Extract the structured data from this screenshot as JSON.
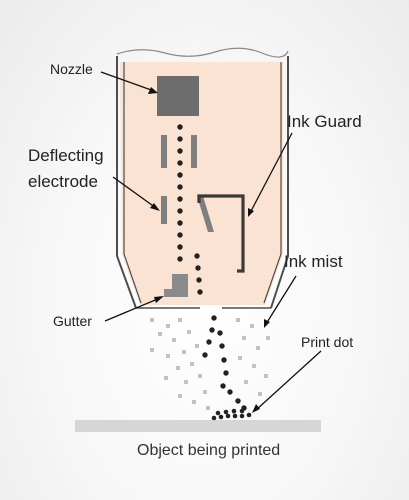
{
  "labels": {
    "nozzle": "Nozzle",
    "deflecting_line1": "Deflecting",
    "deflecting_line2": "electrode",
    "gutter": "Gutter",
    "ink_guard": "Ink Guard",
    "ink_mist": "Ink mist",
    "print_dot": "Print dot",
    "object": "Object being printed"
  },
  "colors": {
    "ink_fluid": "#fbe3d3",
    "housing_wall": "#4d4d4d",
    "electrode": "#7f7f7f",
    "nozzle": "#6d6d6d",
    "droplet": "#222222",
    "mist": "#c2c2c2",
    "substrate": "#d6d6d6"
  }
}
